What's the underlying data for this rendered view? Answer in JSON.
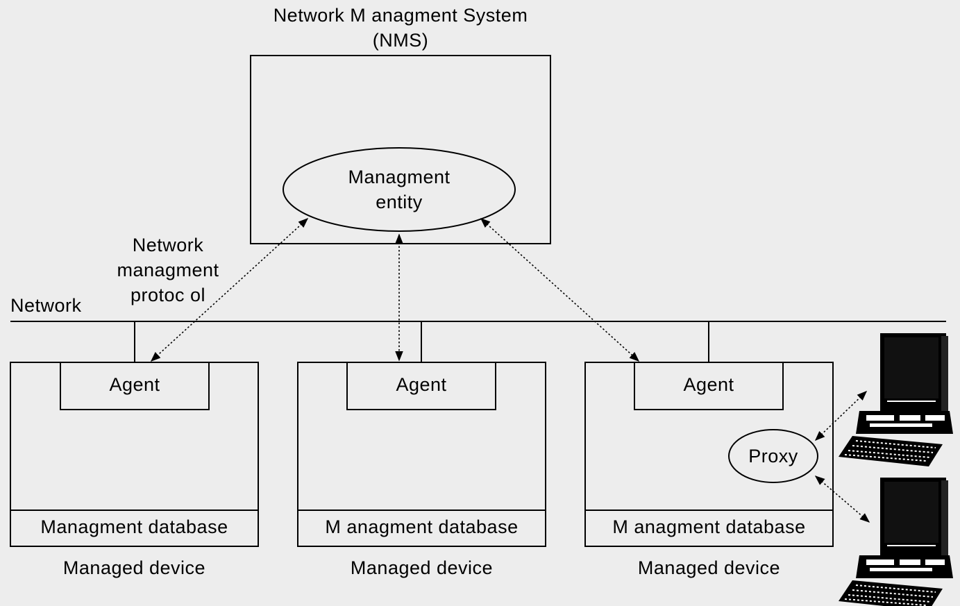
{
  "nms": {
    "title_line1": "Network M anagment System",
    "title_line2": "(NMS)",
    "entity_line1": "Managment",
    "entity_line2": "entity"
  },
  "protocol": {
    "line1": "Network",
    "line2": "managment",
    "line3": "protoc ol"
  },
  "network_label": "Network",
  "devices": [
    {
      "agent": "Agent",
      "database": "Managment database",
      "caption": "Managed device"
    },
    {
      "agent": "Agent",
      "database": "M anagment database",
      "caption": "Managed device"
    },
    {
      "agent": "Agent",
      "database": "M anagment database",
      "caption": "Managed device"
    }
  ],
  "proxy_label": "Proxy",
  "icons": [
    "desktop-computer-icon",
    "desktop-computer-icon"
  ]
}
